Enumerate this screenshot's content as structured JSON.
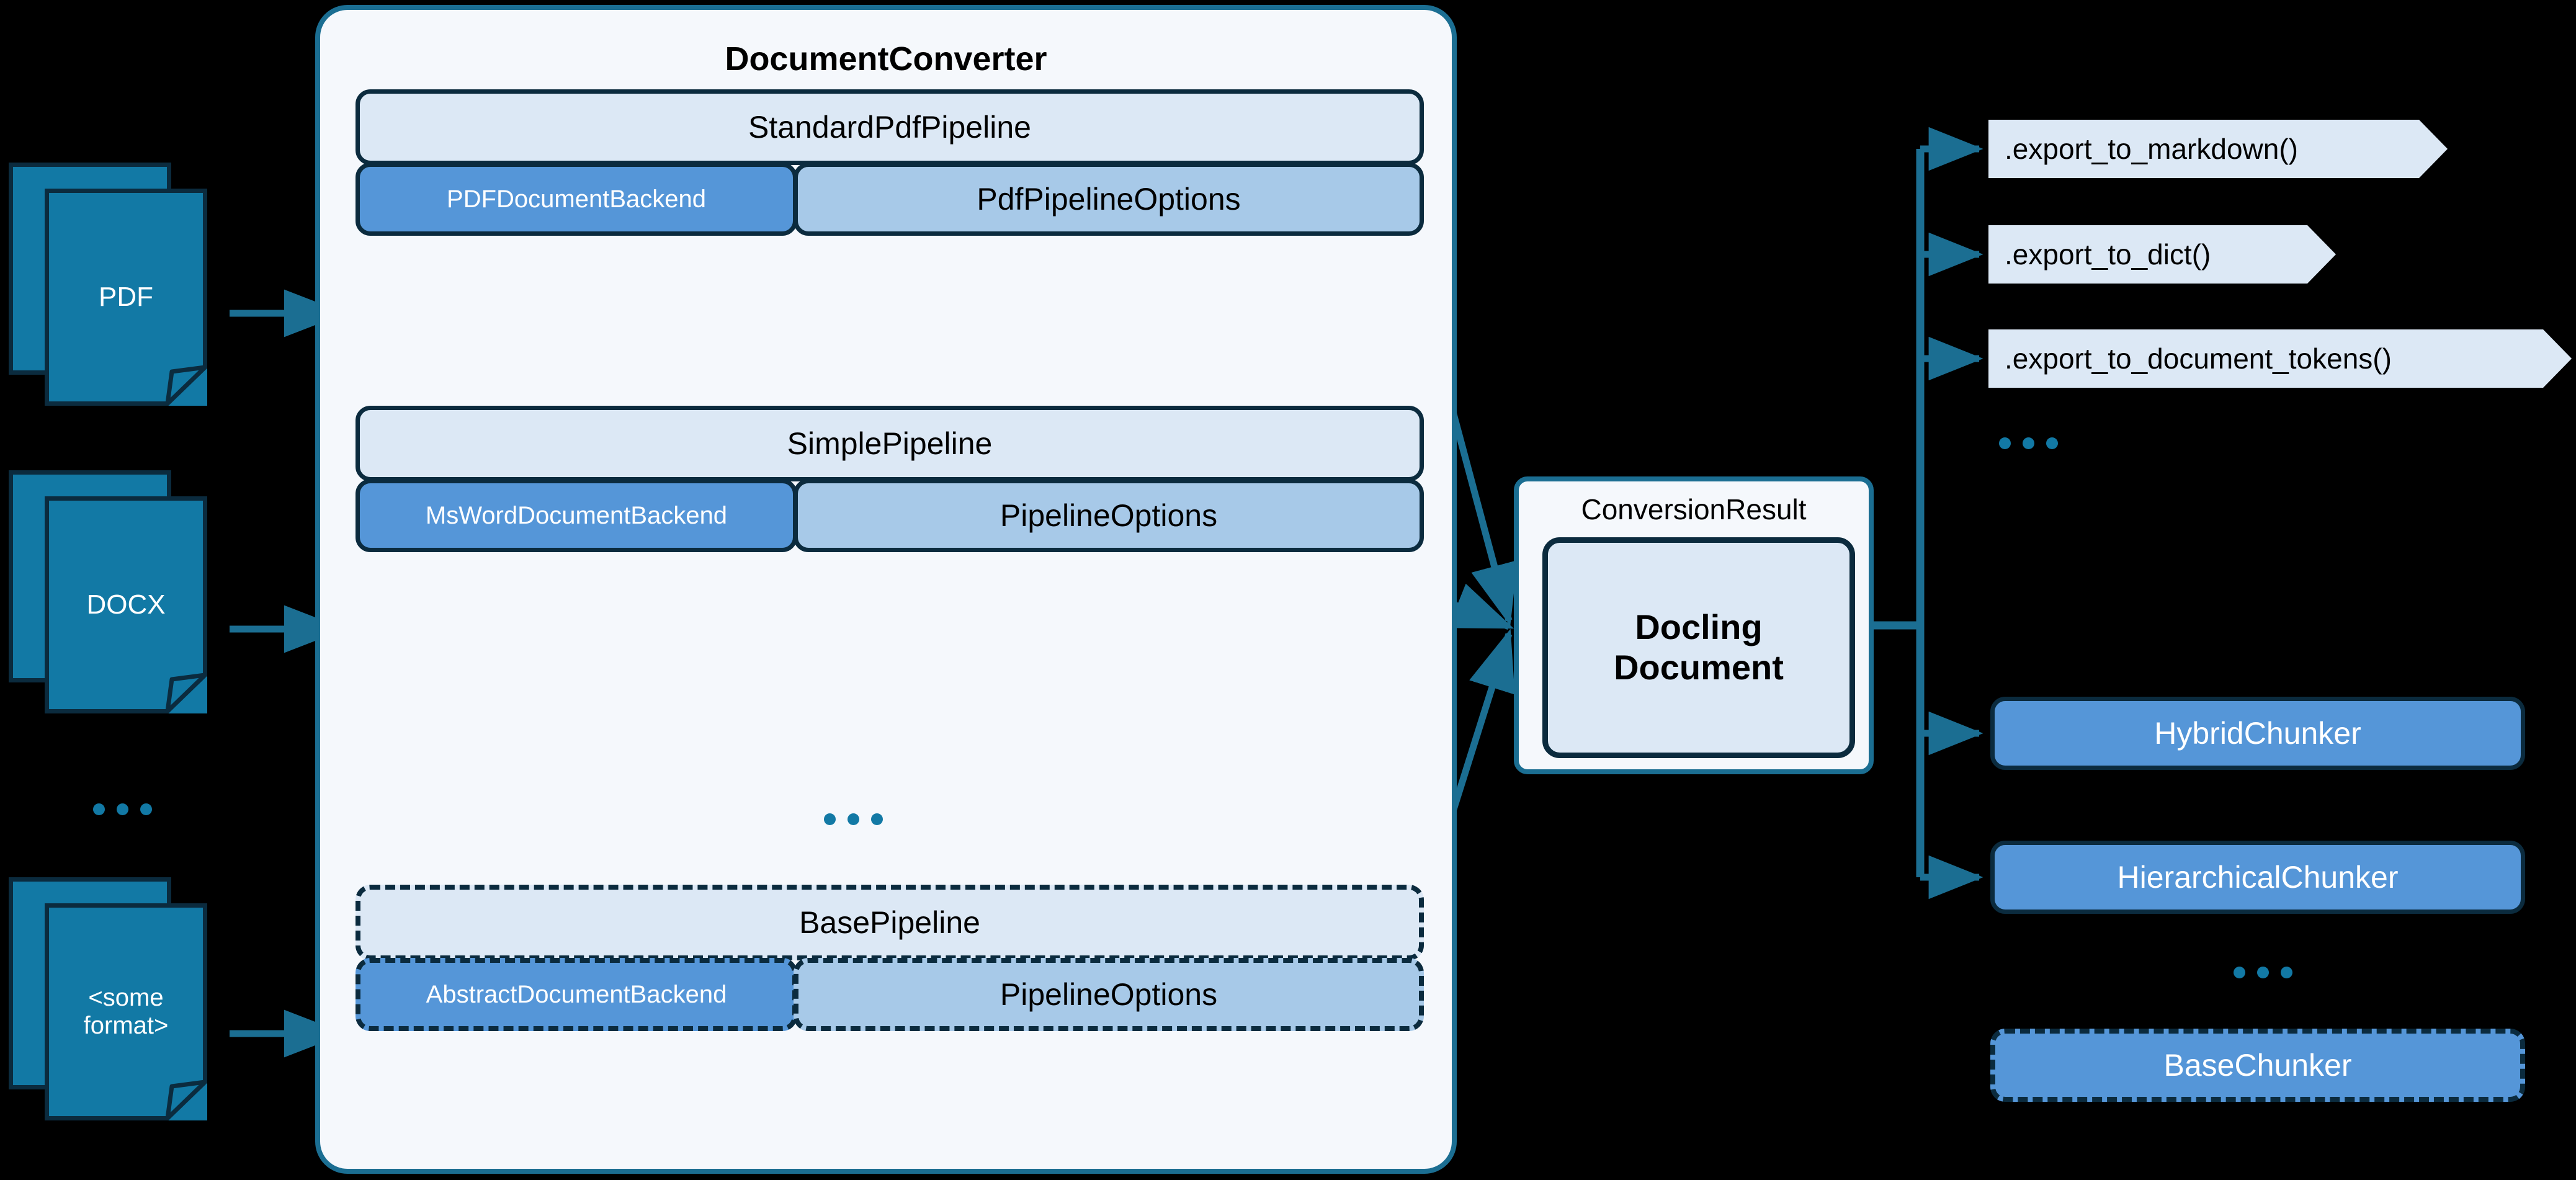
{
  "diagram": {
    "title": "Docling DocumentConverter architecture",
    "colors": {
      "background": "#000000",
      "container_fill": "#F5F8FC",
      "container_border": "#1B6E92",
      "pipeline_header_fill": "#DCE8F5",
      "backend_fill": "#5596D8",
      "options_fill": "#A7C9E8",
      "node_border": "#0B2B3E",
      "doc_icon_fill": "#1279A5",
      "arrow": "#1B6E92",
      "export_tag_fill": "#DCE8F5",
      "chunker_fill": "#5596D8"
    }
  },
  "inputs": {
    "items": [
      {
        "label": "PDF",
        "icon": "document-stack-icon"
      },
      {
        "label": "DOCX",
        "icon": "document-stack-icon"
      },
      {
        "label": "<some\nformat>",
        "line1": "<some",
        "line2": "format>",
        "icon": "document-stack-icon"
      }
    ],
    "ellipsis": "..."
  },
  "converter": {
    "title": "DocumentConverter",
    "ellipsis": "...",
    "pipelines": [
      {
        "name": "StandardPdfPipeline",
        "abstract": false,
        "backend": "PDFDocumentBackend",
        "options": "PdfPipelineOptions"
      },
      {
        "name": "SimplePipeline",
        "abstract": false,
        "backend": "MsWordDocumentBackend",
        "options": "PipelineOptions"
      },
      {
        "name": "BasePipeline",
        "abstract": true,
        "backend": "AbstractDocumentBackend",
        "options": "PipelineOptions"
      }
    ]
  },
  "result": {
    "title": "ConversionResult",
    "document_line1": "Docling",
    "document_line2": "Document"
  },
  "exports": {
    "items": [
      {
        "label": ".export_to_markdown()"
      },
      {
        "label": ".export_to_dict()"
      },
      {
        "label": ".export_to_document_tokens()"
      }
    ],
    "ellipsis": "..."
  },
  "chunkers": {
    "items": [
      {
        "label": "HybridChunker",
        "abstract": false
      },
      {
        "label": "HierarchicalChunker",
        "abstract": false
      },
      {
        "label": "BaseChunker",
        "abstract": true
      }
    ],
    "ellipsis": "..."
  }
}
